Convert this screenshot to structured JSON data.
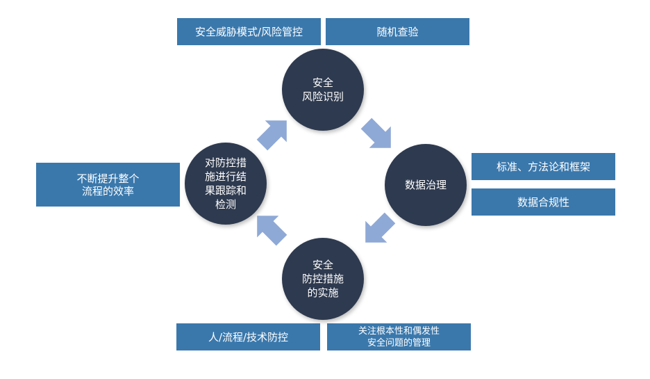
{
  "colors": {
    "box_fill": "#3a78ac",
    "circle_fill": "#2e3a4f",
    "arrow_fill": "#8fa9d6",
    "text": "#ffffff"
  },
  "nodes": {
    "top": "安全\n风险识别",
    "right": "数据治理",
    "bottom": "安全\n防控措施\n的实施",
    "left": "对防控措\n施进行结\n果跟踪和\n检测"
  },
  "boxes": {
    "top_left": "安全威胁模式/风险管控",
    "top_right": "随机查验",
    "right_top": "标准、方法论和框架",
    "right_bottom": "数据合规性",
    "left": "不断提升整个\n流程的效率",
    "bottom_left": "人/流程/技术防控",
    "bottom_right": "关注根本性和偶发性\n安全问题的管理"
  },
  "arrows": {
    "icon": "block-arrow-icon",
    "cycle_direction": "clockwise"
  }
}
